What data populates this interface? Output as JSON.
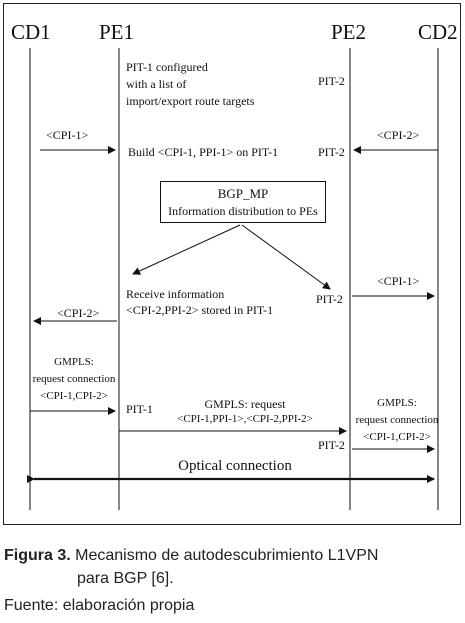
{
  "nodes": [
    "CD1",
    "PE1",
    "PE2",
    "CD2"
  ],
  "messages": {
    "pit1_configured": [
      "PIT-1 configured",
      "with a list of",
      "import/export route targets"
    ],
    "pit2_top": "PIT-2",
    "cpi1_left": "<CPI-1>",
    "cpi2_right": "<CPI-2>",
    "build": "Build <CPI-1, PPI-1> on PIT-1",
    "pit2_build": "PIT-2",
    "bgp_title": "BGP_MP",
    "bgp_sub": "Information distribution to PEs",
    "receive": [
      "Receive information",
      "<CPI-2,PPI-2> stored in PIT-1"
    ],
    "pit2_mid": "PIT-2",
    "cpi1_to_cd2": "<CPI-1>",
    "cpi2_to_cd1": "<CPI-2>",
    "gmpls_left": [
      "GMPLS:",
      "request connection",
      "<CPI-1,CPI-2>"
    ],
    "pit1_lower": "PIT-1",
    "gmpls_mid": [
      "GMPLS: request",
      "<CPI-1,PPI-1>,<CPI-2,PPI-2>"
    ],
    "gmpls_right": [
      "GMPLS:",
      "request connection",
      "<CPI-1,CPI-2>"
    ],
    "pit2_lower": "PIT-2",
    "optical": "Optical connection"
  },
  "caption": {
    "figure_label": "Figura 3.",
    "figure_text_1": "Mecanismo de autodescubrimiento L1VPN",
    "figure_text_2": "para BGP [6].",
    "source": "Fuente: elaboración propia"
  }
}
